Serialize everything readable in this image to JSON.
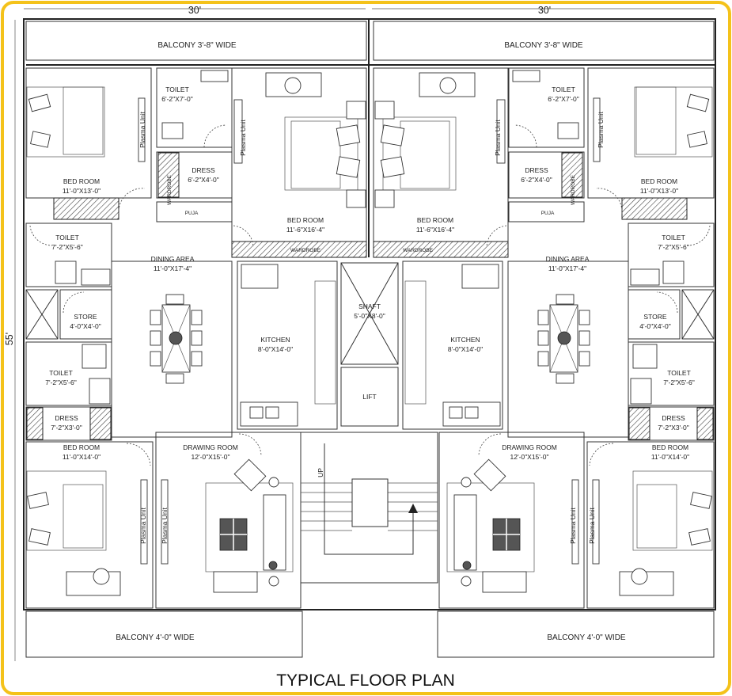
{
  "title": "TYPICAL FLOOR PLAN",
  "colors": {
    "frame": "#f4c21a",
    "wall": "#222222",
    "background": "#ffffff"
  },
  "dimensions": {
    "width_left": "30'",
    "width_right": "30'",
    "depth": "55'"
  },
  "rooms": {
    "balcony_top_left": "BALCONY 3'-8\" WIDE",
    "balcony_top_right": "BALCONY 3'-8\" WIDE",
    "balcony_bottom_left": "BALCONY 4'-0\" WIDE",
    "balcony_bottom_right": "BALCONY 4'-0\" WIDE",
    "toilet_top_name": "TOILET",
    "toilet_top_size": "6'-2\"X7'-0\"",
    "dress_top_name": "DRESS",
    "dress_top_size": "6'-2\"X4'-0\"",
    "bed_corner_name": "BED ROOM",
    "bed_corner_size": "11'-0\"X13'-0\"",
    "bed_master_name": "BED ROOM",
    "bed_master_size": "11'-6\"X16'-4\"",
    "puja": "PUJA",
    "wardrobe": "WARDROBE",
    "toilet_mid_name": "TOILET",
    "toilet_mid_size": "7'-2\"X5'-6\"",
    "dining_name": "DINING AREA",
    "dining_size": "11'-0\"X17'-4\"",
    "kitchen_name": "KITCHEN",
    "kitchen_size": "8'-0\"X14'-0\"",
    "store_name": "STORE",
    "store_size": "4'-0\"X4'-0\"",
    "toilet_low_name": "TOILET",
    "toilet_low_size": "7'-2\"X5'-6\"",
    "dress_low_name": "DRESS",
    "dress_low_size": "7'-2\"X3'-0\"",
    "bed_low_name": "BED ROOM",
    "bed_low_size": "11'-0\"X14'-0\"",
    "drawing_name": "DRAWING ROOM",
    "drawing_size": "12'-0\"X15'-0\"",
    "plasma": "Plasma Unit",
    "shaft_name": "SHAFT",
    "shaft_size": "5'-0\"X8'-0\"",
    "lift": "LIFT",
    "stair_up": "UP"
  }
}
